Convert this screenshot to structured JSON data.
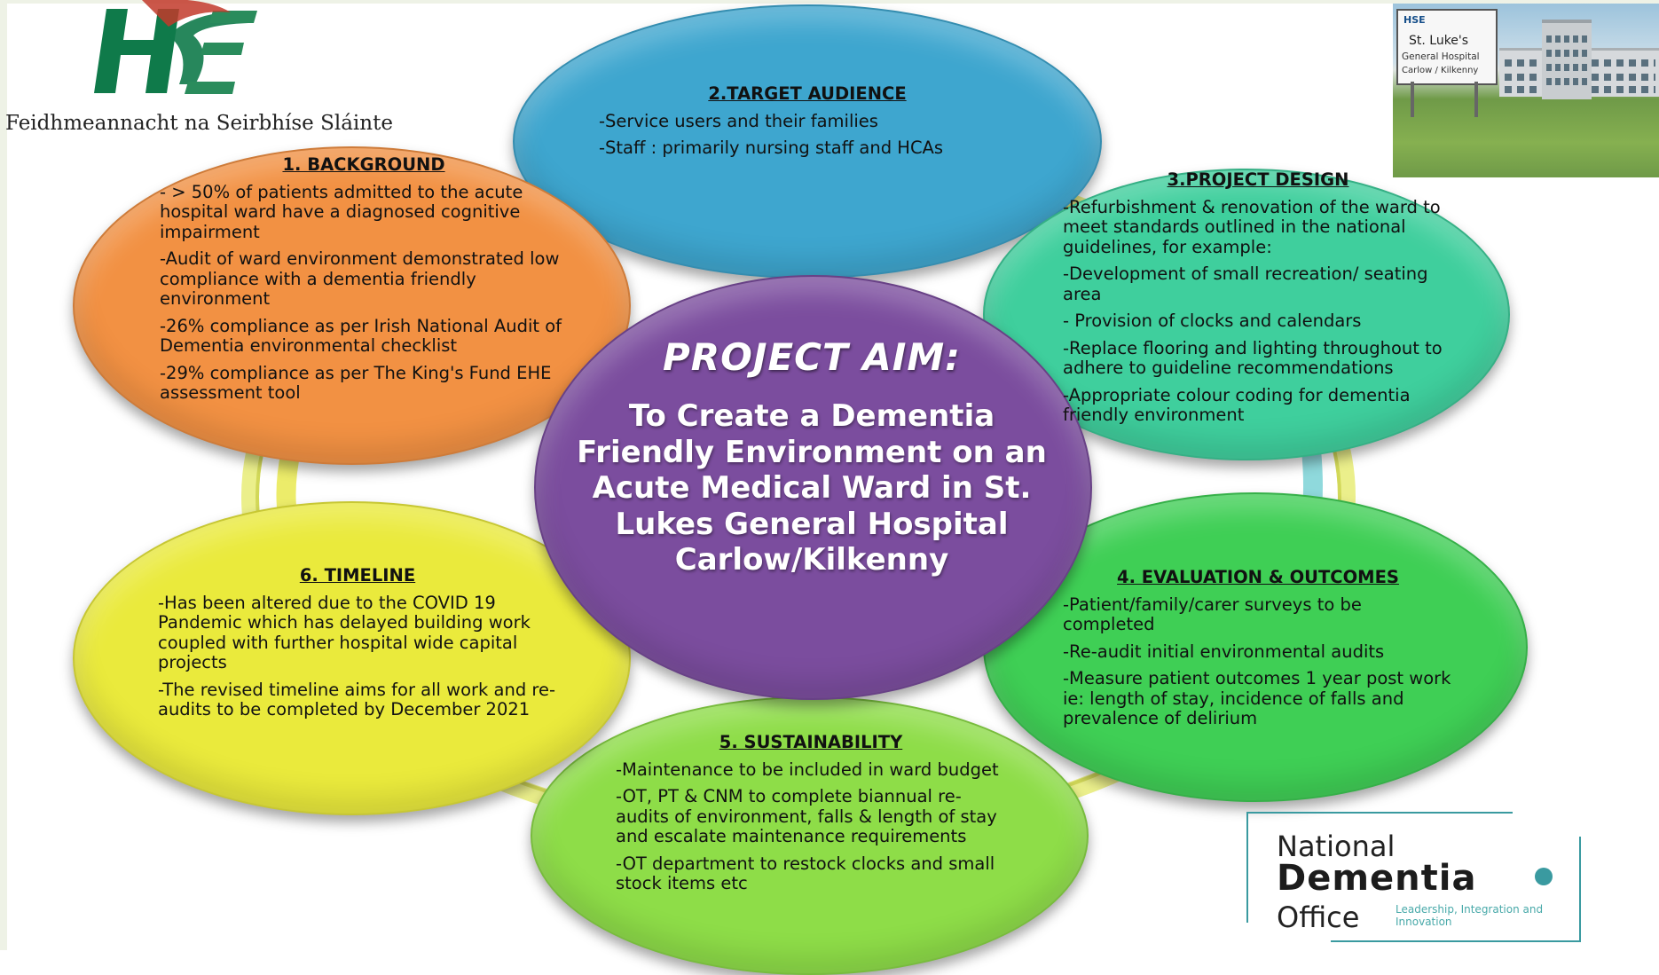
{
  "header": {
    "logo_text": "HSE",
    "logo_caption": "Feidhmeannacht na Seirbhíse Sláinte"
  },
  "photo": {
    "sign_logo": "HSE",
    "sign_line1": "St. Luke's",
    "sign_line2": "General Hospital",
    "sign_line3": "Carlow / Kilkenny"
  },
  "center": {
    "title": "PROJECT AIM:",
    "text": "To Create a Dementia Friendly Environment on an Acute Medical Ward in St. Lukes General Hospital Carlow/Kilkenny"
  },
  "background": {
    "title": "1. BACKGROUND",
    "items": [
      "- > 50% of patients admitted to the acute hospital ward have a diagnosed cognitive impairment",
      "-Audit of ward environment demonstrated low compliance with a dementia  friendly environment",
      "-26% compliance as per Irish National Audit of Dementia environmental checklist",
      "-29% compliance as per The King's Fund EHE assessment tool"
    ]
  },
  "target_audience": {
    "title": "2.TARGET AUDIENCE",
    "items": [
      "-Service users and their families",
      "-Staff : primarily nursing staff and HCAs"
    ]
  },
  "project_design": {
    "title": "3.PROJECT DESIGN",
    "items": [
      "-Refurbishment & renovation of the ward to meet standards outlined in the national guidelines, for example:",
      "-Development of small recreation/ seating area",
      "- Provision of clocks and calendars",
      "-Replace flooring and lighting throughout to adhere to guideline recommendations",
      "-Appropriate colour coding for dementia friendly environment"
    ]
  },
  "evaluation": {
    "title": "4. EVALUATION & OUTCOMES",
    "items": [
      "-Patient/family/carer surveys to be completed",
      "-Re-audit initial environmental audits",
      "-Measure patient outcomes 1 year post work ie: length of stay, incidence of falls and prevalence of delirium"
    ]
  },
  "sustainability": {
    "title": "5. SUSTAINABILITY",
    "items": [
      "-Maintenance to be included in ward budget",
      "-OT, PT & CNM to complete biannual re-audits of environment, falls & length of stay and escalate maintenance requirements",
      "-OT department to restock clocks and small stock items etc"
    ]
  },
  "timeline": {
    "title": "6. TIMELINE",
    "items": [
      "-Has been altered due to the  COVID 19 Pandemic which has  delayed building work coupled with further hospital wide capital projects",
      "-The revised timeline aims  for all work and re-audits to be completed by December 2021"
    ]
  },
  "ndo": {
    "line1": "National",
    "line2": "Dementia",
    "line3": "Office",
    "tagline": "Leadership, Integration and Innovation"
  },
  "colors": {
    "background": "#f29143",
    "target_audience": "#3ea6cf",
    "project_design": "#3fcf9d",
    "center": "#7b4d9e",
    "evaluation": "#3fcf55",
    "sustainability": "#8edd48",
    "timeline": "#eaea3c"
  }
}
